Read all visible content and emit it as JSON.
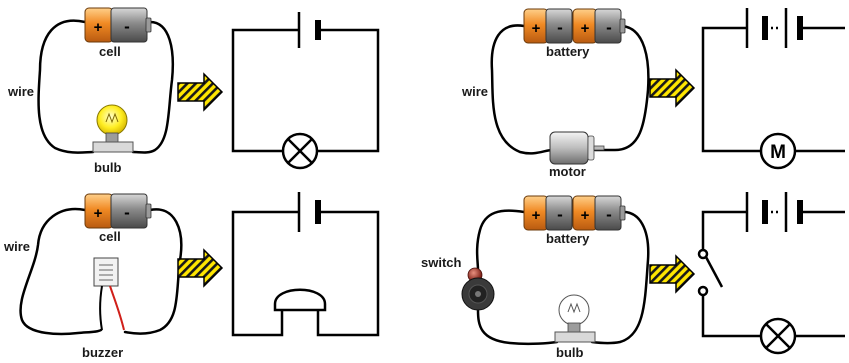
{
  "panels": [
    {
      "id": "cell-bulb",
      "labels": {
        "source": "cell",
        "wire": "wire",
        "device": "bulb"
      }
    },
    {
      "id": "battery-motor",
      "labels": {
        "source": "battery",
        "wire": "wire",
        "device": "motor"
      },
      "motor_symbol_text": "M"
    },
    {
      "id": "cell-buzzer",
      "labels": {
        "source": "cell",
        "wire": "wire",
        "device": "buzzer"
      }
    },
    {
      "id": "battery-switch-bulb",
      "labels": {
        "source": "battery",
        "switch": "switch",
        "device": "bulb"
      }
    }
  ],
  "icons": {
    "cell": "battery-cell-icon",
    "battery": "two-cell-battery-icon",
    "bulb": "light-bulb-icon",
    "motor": "motor-icon",
    "buzzer": "buzzer-icon",
    "switch": "toggle-switch-icon",
    "arrow": "striped-arrow-icon"
  },
  "cell_signs": {
    "positive": "+",
    "negative": "-"
  },
  "colors": {
    "cell_orange": "#e07b20",
    "cell_grey": "#7a7a7a",
    "bulb_yellow": "#ffee22",
    "arrow_yellow": "#ffe600",
    "buzzer_red_wire": "#d0201a",
    "switch_knob": "#a8362a",
    "line": "#000000"
  }
}
